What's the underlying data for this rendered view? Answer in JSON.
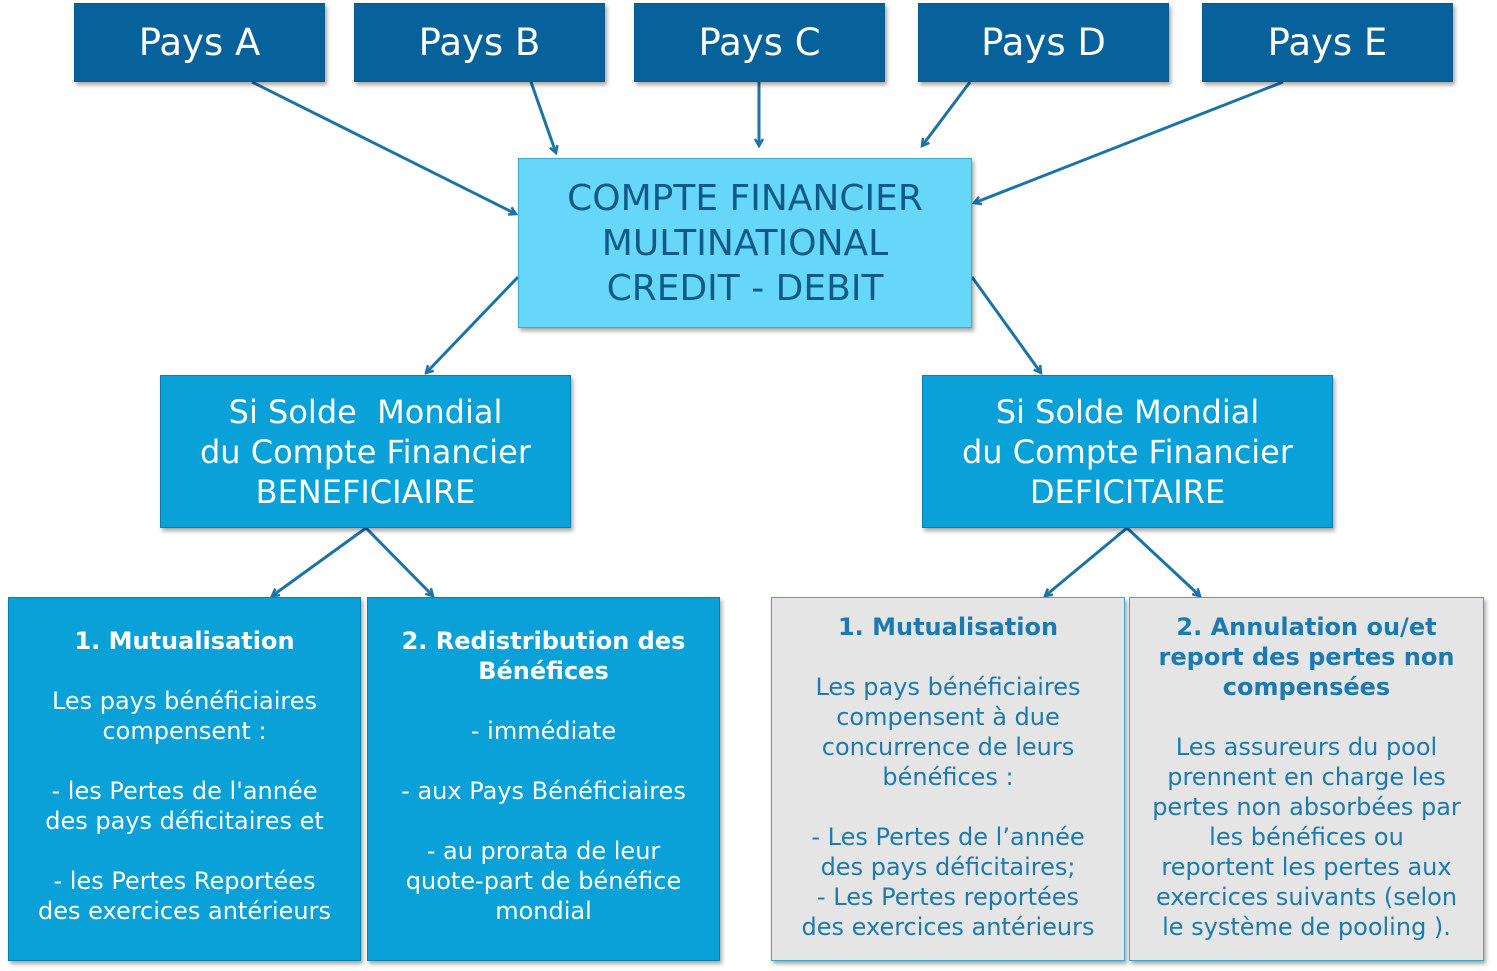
{
  "countries": [
    "Pays A",
    "Pays B",
    "Pays C",
    "Pays D",
    "Pays E"
  ],
  "central": {
    "line1": "COMPTE FINANCIER",
    "line2": "MULTINATIONAL",
    "line3": "CREDIT - DEBIT"
  },
  "beneficiaire": {
    "line1": "Si Solde  Mondial",
    "line2": "du Compte Financier",
    "line3": "BENEFICIAIRE",
    "mutualisation": {
      "title": "1. Mutualisation",
      "l1": "Les pays bénéficiaires",
      "l2": "compensent :",
      "l3": "- les Pertes de l'année",
      "l4": "des pays déficitaires et",
      "l5": "- les Pertes Reportées",
      "l6": "des exercices antérieurs"
    },
    "redistribution": {
      "title1": "2. Redistribution des",
      "title2": "Bénéfices",
      "l1": "- immédiate",
      "l2": "- aux Pays Bénéficiaires",
      "l3": "- au prorata de leur",
      "l4": "quote-part de bénéfice",
      "l5": "mondial"
    }
  },
  "deficitaire": {
    "line1": "Si Solde Mondial",
    "line2": "du Compte Financier",
    "line3": "DEFICITAIRE",
    "mutualisation": {
      "title": "1. Mutualisation",
      "l1": "Les pays bénéficiaires",
      "l2": "compensent à due",
      "l3": "concurrence de leurs",
      "l4": "bénéfices :",
      "l5": "- Les Pertes de l’année",
      "l6": "des pays déficitaires;",
      "l7": "- Les Pertes reportées",
      "l8": "des exercices antérieurs"
    },
    "annulation": {
      "title1": "2. Annulation ou/et",
      "title2": "report des pertes non",
      "title3": "compensées",
      "l1": "Les assureurs du pool",
      "l2": "prennent en charge les",
      "l3": "pertes non absorbées par",
      "l4": "les bénéfices ou",
      "l5": "reportent les pertes aux",
      "l6": "exercices suivants (selon",
      "l7": "le système de pooling )."
    }
  },
  "colors": {
    "country_fill": "#07629b",
    "central_fill": "#66d6f9",
    "central_text": "#0e5c86",
    "solde_fill": "#0aa1d8",
    "grey_fill": "#e5e5e5",
    "grey_text": "#1b7bb0",
    "arrow": "#1b73a6"
  }
}
